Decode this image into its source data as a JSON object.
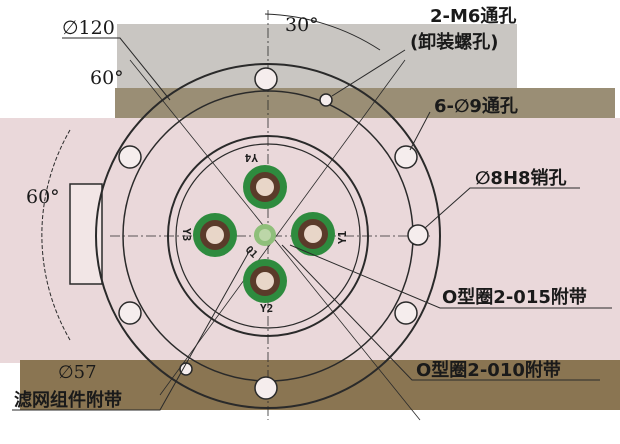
{
  "drawing": {
    "diameter_outer": "∅120",
    "angle_top": "30°",
    "angle_upper_left": "60°",
    "angle_left": "60°",
    "mount_hole_line1": "2-M6通孔",
    "mount_hole_line2": "(卸装螺孔)",
    "through_hole": "6-∅9通孔",
    "pin_hole": "∅8H8销孔",
    "oring_015": "O型圈2-015附带",
    "oring_010": "O型圈2-010附带",
    "diameter_inner": "∅57",
    "filter": "滤网组件附带",
    "port_y1": "Y1",
    "port_y2": "Y2",
    "port_y3": "Y3",
    "port_y4": "Y4",
    "port_q1": "Q1"
  },
  "colors": {
    "band_top": "#9a8e75",
    "band_bottom": "#8a7552",
    "plate_bg": "#ead8da",
    "port_green": "#2e8b3e",
    "port_ring": "#5a3b2a",
    "line": "#2a2a2a"
  }
}
